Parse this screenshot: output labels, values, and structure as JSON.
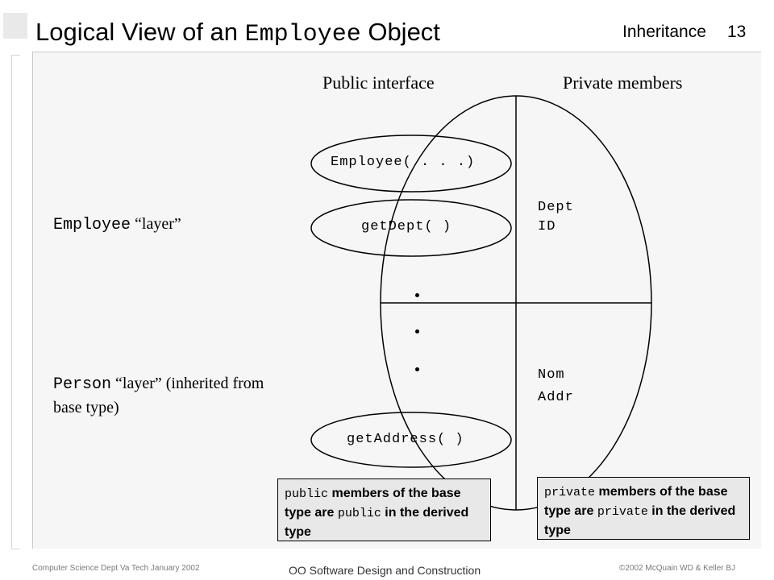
{
  "header": {
    "title_prefix": "Logical View of an",
    "title_code": "Employee",
    "title_suffix": "Object",
    "section": "Inheritance",
    "page_number": "13"
  },
  "columns": {
    "public": "Public interface",
    "private": "Private members"
  },
  "layers": {
    "employee_code": "Employee",
    "employee_text": "“layer”",
    "person_code": "Person",
    "person_text": "“layer” (inherited from base type)"
  },
  "public_members": {
    "employee_ctor": "Employee( . . .)",
    "get_dept": "getDept( )",
    "get_address": "getAddress( )"
  },
  "private_members": {
    "dept": "Dept",
    "id": "ID",
    "nom": "Nom",
    "addr": "Addr"
  },
  "callouts": {
    "public": {
      "code1": "public",
      "text1": "members of the base type are",
      "code2": "public",
      "text2": "in the derived type"
    },
    "private": {
      "code1": "private",
      "text1": "members of the base type are",
      "code2": "private",
      "text2": "in the derived type"
    }
  },
  "footer": {
    "left": "Computer Science Dept Va Tech January 2002",
    "center": "OO Software Design and Construction",
    "right": "©2002  McQuain WD & Keller BJ"
  }
}
